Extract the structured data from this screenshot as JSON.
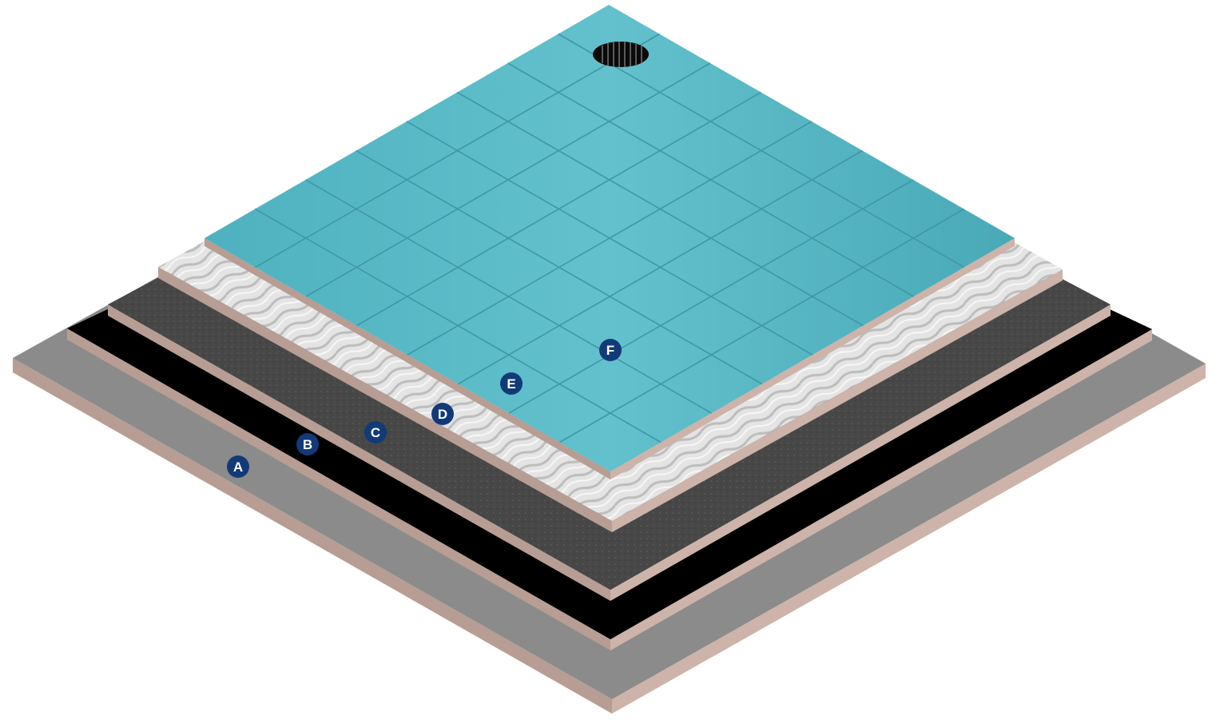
{
  "diagram": {
    "colors": {
      "marker_fill": "#123a78",
      "marker_text": "#ffffff",
      "board_edge": "#c7ada3",
      "layer_a": "#8a8a8a",
      "layer_b": "#000000",
      "layer_c": "#4a4a4a",
      "layer_d": "#e6e6e6",
      "tile": "#5bbcc8",
      "grout": "#3f98a5"
    },
    "markers": [
      {
        "id": "a",
        "label": "A"
      },
      {
        "id": "b",
        "label": "B"
      },
      {
        "id": "c",
        "label": "C"
      },
      {
        "id": "d",
        "label": "D"
      },
      {
        "id": "e",
        "label": "E"
      },
      {
        "id": "f",
        "label": "F"
      }
    ],
    "drain_icon": "round-drain-grate-icon"
  }
}
